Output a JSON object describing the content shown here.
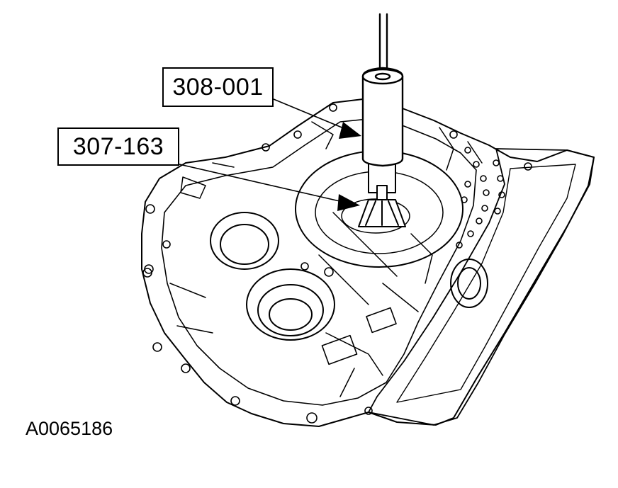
{
  "figure": {
    "callouts": [
      {
        "id": "tool-308",
        "label": "308-001"
      },
      {
        "id": "tool-307",
        "label": "307-163"
      }
    ],
    "figure_number": "A0065186"
  },
  "colors": {
    "line": "#000000",
    "background": "#ffffff"
  }
}
